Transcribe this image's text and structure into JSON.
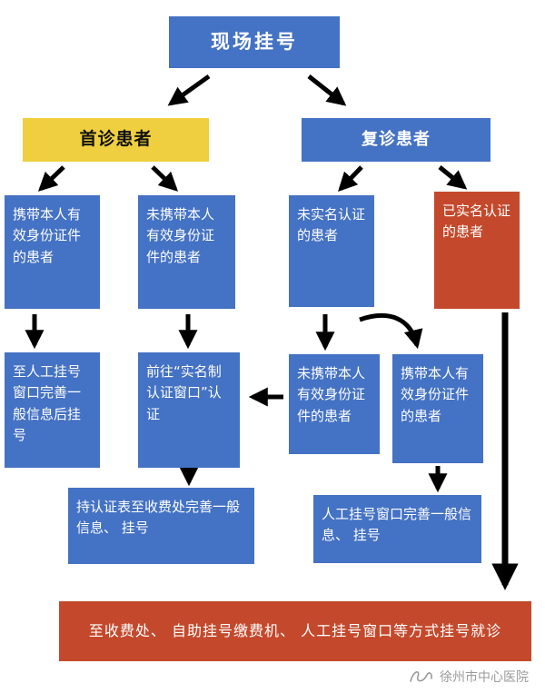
{
  "nodes": {
    "root": "现场挂号",
    "first_visit": "首诊患者",
    "return_visit": "复诊患者",
    "with_id": "携带本人有效身份证件的患者",
    "without_id": "未携带本人有效身份证件的患者",
    "not_verified": "未实名认证的患者",
    "verified": "已实名认证的患者",
    "manual_window_register": "至人工挂号窗口完善一般信息后挂号",
    "go_auth_window": "前往“实名制认证窗口”认证",
    "without_id_return": "未携带本人有效身份证件的患者",
    "with_id_return": "携带本人有效身份证件的患者",
    "auth_form_register": "持认证表至收费处完善一般信息、 挂号",
    "manual_window_complete": "人工挂号窗口完善一般信息、 挂号",
    "final": "至收费处、 自助挂号缴费机、 人工挂号窗口等方式挂号就诊"
  },
  "footer": {
    "hospital_name": "徐州市中心医院"
  },
  "colors": {
    "blue": "#4472C4",
    "yellow": "#EFCF3F",
    "red": "#C4492C",
    "arrow": "#000000",
    "footer_gray": "#9A9A9A",
    "background": "#FFFFFF"
  }
}
